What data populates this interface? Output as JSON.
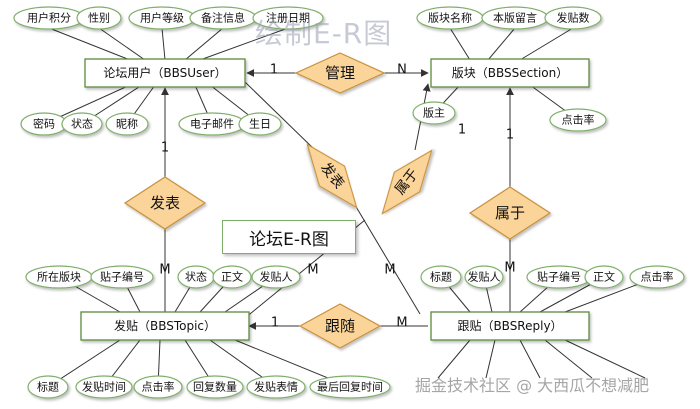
{
  "title_faded": "绘制E-R图",
  "center_label": "论坛E-R图",
  "watermark": "掘金技术社区 @ 大西瓜不想减肥",
  "entities": {
    "user": "论坛用户（BBSUser）",
    "section": "版块（BBSSection）",
    "topic": "发贴（BBSTopic）",
    "reply": "跟贴（BBSReply）"
  },
  "relationships": {
    "manage": "管理",
    "publish": "发表",
    "belong_reply": "属于",
    "follow": "跟随",
    "diag_publish": "发表",
    "diag_belong": "属于"
  },
  "cardinalities": {
    "manage_user": "1",
    "manage_section": "N",
    "publish_user": "1",
    "publish_topic": "M",
    "diag_publish_m": "M",
    "diag_belong_1": "1",
    "belong_reply_section": "1",
    "belong_reply_reply": "M",
    "follow_topic": "1",
    "follow_reply": "M"
  },
  "attributes": {
    "user_top": [
      "用户积分",
      "性别",
      "用户等级",
      "备注信息",
      "注册日期"
    ],
    "user_bottom": [
      "密码",
      "状态",
      "昵称",
      "电子邮件",
      "生日"
    ],
    "section_top": [
      "版块名称",
      "本版留言",
      "发贴数"
    ],
    "section_side": [
      "版主",
      "点击率"
    ],
    "topic_top": [
      "所在版块",
      "贴子编号",
      "状态",
      "正文",
      "发贴人"
    ],
    "topic_bottom": [
      "标题",
      "发贴时间",
      "点击率",
      "回复数量",
      "发贴表情",
      "最后回复时间"
    ],
    "reply_top": [
      "标题",
      "发贴人",
      "贴子编号",
      "正文",
      "点击率"
    ]
  },
  "colors": {
    "entity_stroke": "#5a8a3c",
    "attr_fill": "#ffffff",
    "attr_stroke": "#7fae6b",
    "rel_fill": "#fbd49a",
    "rel_stroke": "#c8903a",
    "line": "#333333"
  }
}
